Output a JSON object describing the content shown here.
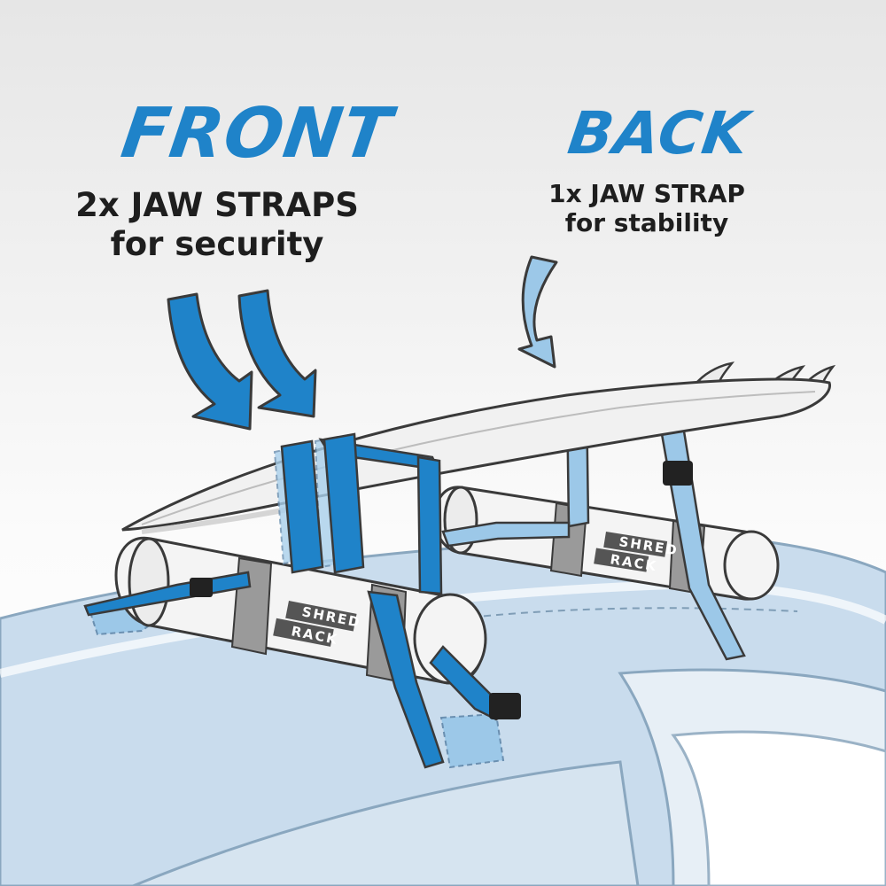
{
  "front": {
    "heading": "FRONT",
    "line1": "2x JAW STRAPS",
    "line2": "for security"
  },
  "back": {
    "heading": "BACK",
    "line1": "1x JAW STRAP",
    "line2": "for stability"
  },
  "brand": {
    "line1": "SHRED",
    "line2": "RACK"
  },
  "colors": {
    "accent_blue": "#1f83c9",
    "light_blue": "#9cc8e8",
    "car_blue": "#c9dced",
    "outline": "#3a3a3a"
  }
}
